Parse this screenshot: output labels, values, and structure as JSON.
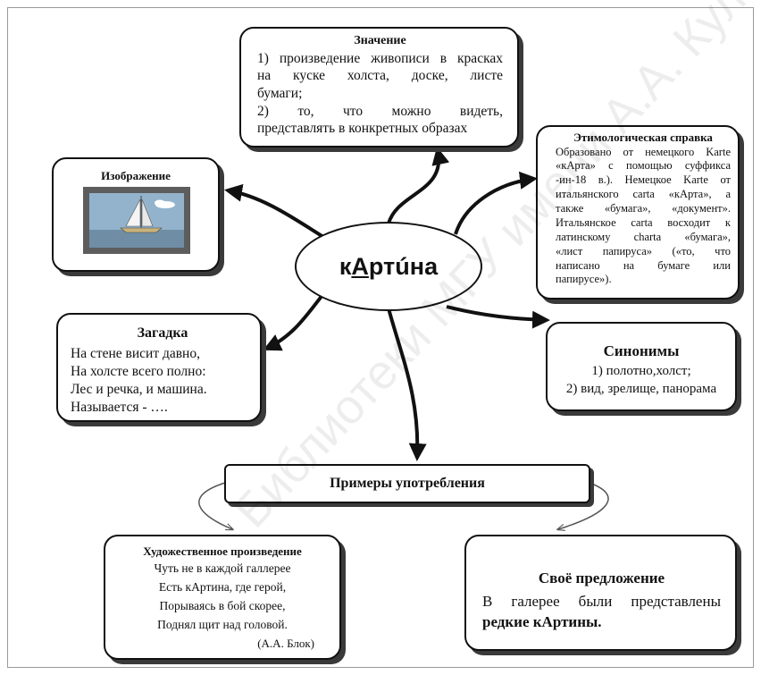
{
  "center": {
    "prefix": "к",
    "accent": "А",
    "suffix": "ртúна"
  },
  "meaning": {
    "title": "Значение",
    "lines": [
      "1) произведение живописи в красках",
      "на куске холста, доске, листе",
      "бумаги;",
      "2) то, что можно видеть,",
      "представлять в конкретных образах"
    ]
  },
  "etymology": {
    "title": "Этимологическая справка",
    "lines": [
      "Образовано от немецкого Karte",
      "«кАрта» с помощью суффикса",
      "-ин-18 в.). Немецкое Karte от",
      "итальянского carta «кАрта», а",
      "также «бумага», «документ».",
      "Итальянское carta восходит к",
      "латинскому charta «бумага»,",
      "«лист папируса» («то, что",
      "написано на бумаге или",
      "папирусе»)."
    ]
  },
  "image_box": {
    "title": "Изображение"
  },
  "riddle": {
    "title": "Загадка",
    "lines": [
      "На стене висит давно,",
      "На холсте всего полно:",
      "Лес и речка, и машина.",
      "Называется - …."
    ]
  },
  "synonyms": {
    "title": "Синонимы",
    "lines": [
      "1) полотно,холст;",
      "2) вид, зрелище, панорама"
    ]
  },
  "examples": {
    "title": "Примеры употребления"
  },
  "artwork": {
    "title": "Художественное произведение",
    "lines": [
      "Чуть не в каждой галлерее",
      "Есть кАртина, где герой,",
      "Порываясь в бой скорее,",
      "Поднял щит над головой."
    ],
    "author": "(А.А. Блок)"
  },
  "own_sentence": {
    "title": "Своё предложение",
    "line1": "В галерее были представлены",
    "line2": "редкие кАртины."
  },
  "watermark": "Библиотеки МГУ имени А.А. Кулешова"
}
